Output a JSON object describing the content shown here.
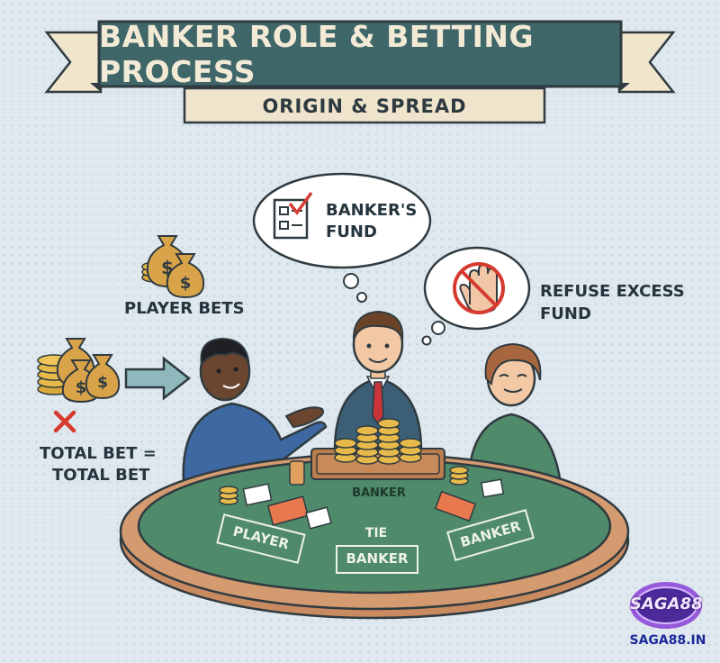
{
  "header": {
    "title": "BANKER ROLE & BETTING PROCESS",
    "subtitle": "ORIGIN & SPREAD"
  },
  "labels": {
    "player_bets": "PLAYER BETS",
    "total_bet_line1": "TOTAL BET =",
    "total_bet_line2": "TOTAL BET",
    "bankers_fund_line1": "BANKER'S",
    "bankers_fund_line2": "FUND",
    "refuse_line1": "REFUSE EXCESS",
    "refuse_line2": "FUND"
  },
  "table": {
    "banker_top": "BANKER",
    "player": "PLAYER",
    "tie": "TIE",
    "banker_box": "BANKER",
    "banker_right": "BANKER"
  },
  "brand": {
    "logo_text": "SAGA88",
    "url": "SAGA88.IN"
  },
  "colors": {
    "banner": "#3f6669",
    "felt": "#4f8a6a",
    "table_rim": "#d49a70",
    "background": "#dfe8ee",
    "red_x": "#d63a2f"
  },
  "icons": [
    "money-bag-icon",
    "arrow-right-icon",
    "red-x-icon",
    "checklist-icon",
    "no-hand-icon",
    "coin-stack-icon",
    "playing-card-icon"
  ]
}
